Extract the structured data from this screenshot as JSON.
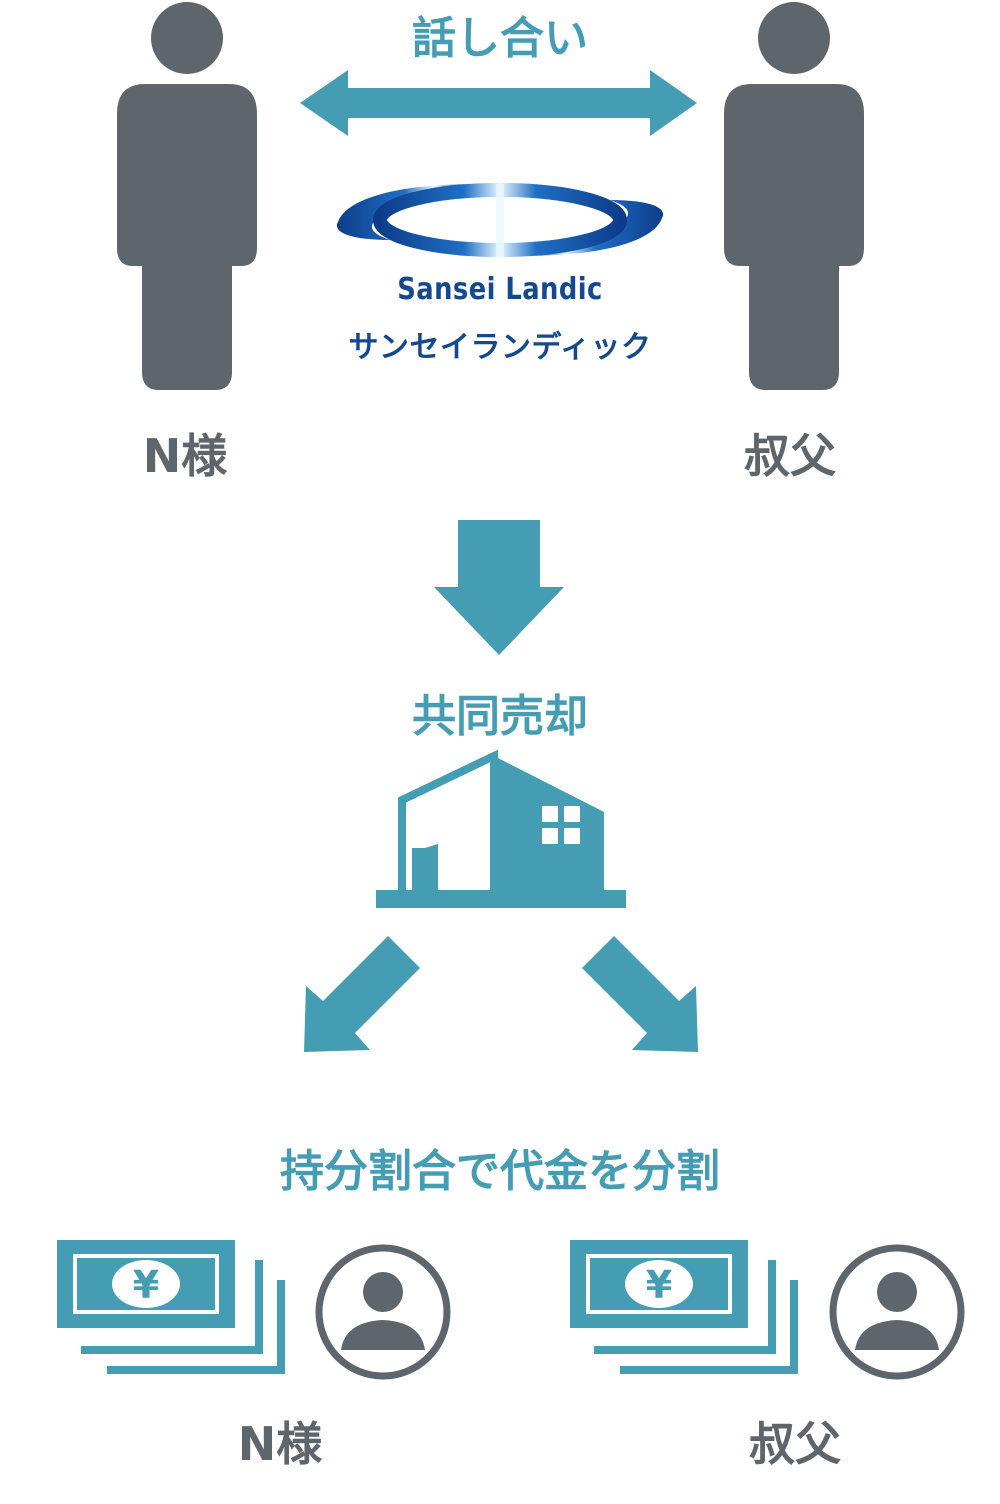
{
  "top": {
    "discussion_label": "話し合い",
    "person_left_label": "N様",
    "person_right_label": "叔父"
  },
  "logo": {
    "name_en": "Sansei Landic",
    "name_ja": "サンセイランディック"
  },
  "middle": {
    "joint_sale_label": "共同売却"
  },
  "bottom": {
    "split_label": "持分割合で代金を分割",
    "recipient_left_label": "N様",
    "recipient_right_label": "叔父",
    "currency_symbol": "¥"
  },
  "colors": {
    "teal": "#459db4",
    "gray": "#5e666b",
    "logo_blue": "#14498f"
  }
}
